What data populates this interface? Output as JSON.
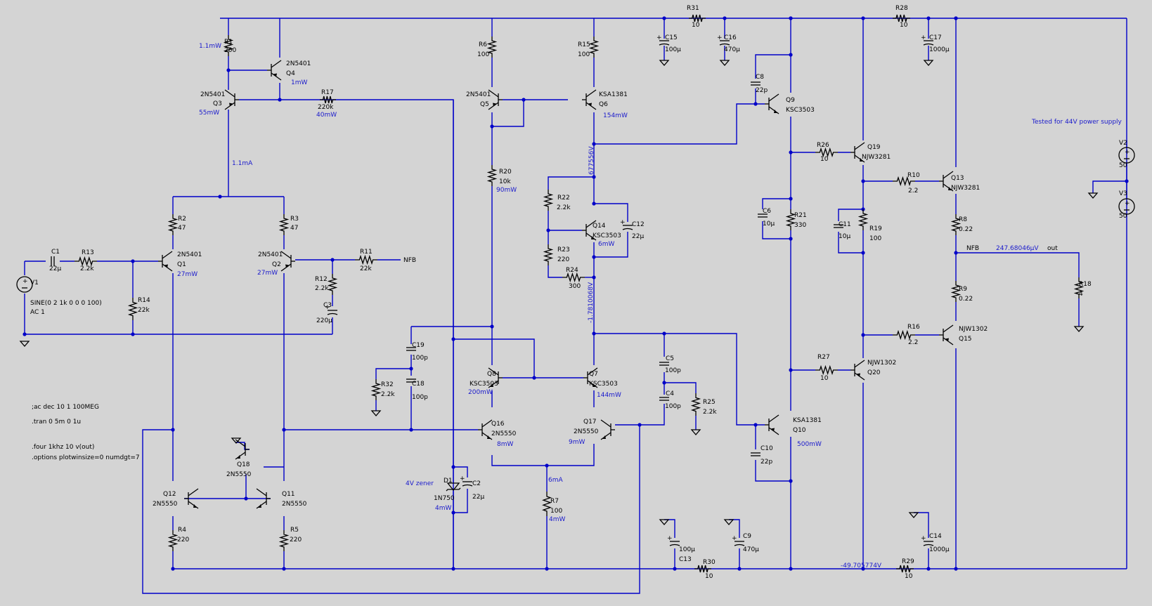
{
  "components": {
    "R1": {
      "ref": "R1",
      "value": "200",
      "power": "1.1mW"
    },
    "R2": {
      "ref": "R2",
      "value": "47"
    },
    "R3": {
      "ref": "R3",
      "value": "47"
    },
    "R4": {
      "ref": "R4",
      "value": "220"
    },
    "R5": {
      "ref": "R5",
      "value": "220"
    },
    "R6": {
      "ref": "R6",
      "value": "100"
    },
    "R7": {
      "ref": "R7",
      "value": "100",
      "power": "4mW"
    },
    "R8": {
      "ref": "R8",
      "value": "0.22"
    },
    "R9": {
      "ref": "R9",
      "value": "0.22"
    },
    "R10": {
      "ref": "R10",
      "value": "2.2"
    },
    "R11": {
      "ref": "R11",
      "value": "22k"
    },
    "R12": {
      "ref": "R12",
      "value": "2.2k"
    },
    "R13": {
      "ref": "R13",
      "value": "2.2k"
    },
    "R14": {
      "ref": "R14",
      "value": "22k"
    },
    "R15": {
      "ref": "R15",
      "value": "100"
    },
    "R16": {
      "ref": "R16",
      "value": "2.2"
    },
    "R17": {
      "ref": "R17",
      "value": "220k",
      "power": "40mW"
    },
    "R18": {
      "ref": "R18",
      "value": "4"
    },
    "R19": {
      "ref": "R19",
      "value": "100"
    },
    "R20": {
      "ref": "R20",
      "value": "10k",
      "power": "90mW"
    },
    "R21": {
      "ref": "R21",
      "value": "330"
    },
    "R22": {
      "ref": "R22",
      "value": "2.2k"
    },
    "R23": {
      "ref": "R23",
      "value": "220"
    },
    "R24": {
      "ref": "R24",
      "value": "300"
    },
    "R25": {
      "ref": "R25",
      "value": "2.2k"
    },
    "R26": {
      "ref": "R26",
      "value": "10"
    },
    "R27": {
      "ref": "R27",
      "value": "10"
    },
    "R28": {
      "ref": "R28",
      "value": "10"
    },
    "R29": {
      "ref": "R29",
      "value": "10"
    },
    "R30": {
      "ref": "R30",
      "value": "10"
    },
    "R31": {
      "ref": "R31",
      "value": "10"
    },
    "R32": {
      "ref": "R32",
      "value": "2.2k"
    },
    "C1": {
      "ref": "C1",
      "value": "22µ"
    },
    "C2": {
      "ref": "C2",
      "value": "22µ"
    },
    "C3": {
      "ref": "C3",
      "value": "220µ"
    },
    "C4": {
      "ref": "C4",
      "value": "100p"
    },
    "C5": {
      "ref": "C5",
      "value": "100p"
    },
    "C6": {
      "ref": "C6",
      "value": "10µ"
    },
    "C8": {
      "ref": "C8",
      "value": "22p"
    },
    "C9": {
      "ref": "C9",
      "value": "470µ"
    },
    "C10": {
      "ref": "C10",
      "value": "22p"
    },
    "C11": {
      "ref": "C11",
      "value": "10µ"
    },
    "C12": {
      "ref": "C12",
      "value": "22µ"
    },
    "C13": {
      "ref": "C13",
      "value": "100µ"
    },
    "C14": {
      "ref": "C14",
      "value": "1000µ"
    },
    "C15": {
      "ref": "C15",
      "value": "100µ"
    },
    "C16": {
      "ref": "C16",
      "value": "470µ"
    },
    "C17": {
      "ref": "C17",
      "value": "1000µ"
    },
    "C18": {
      "ref": "C18",
      "value": "100p"
    },
    "C19": {
      "ref": "C19",
      "value": "100p"
    },
    "Q1": {
      "ref": "Q1",
      "part": "2N5401",
      "power": "27mW"
    },
    "Q2": {
      "ref": "Q2",
      "part": "2N5401",
      "power": "27mW"
    },
    "Q3": {
      "ref": "Q3",
      "part": "2N5401",
      "power": "55mW"
    },
    "Q4": {
      "ref": "Q4",
      "part": "2N5401",
      "power": "1mW"
    },
    "Q5": {
      "ref": "Q5",
      "part": "2N5401"
    },
    "Q6": {
      "ref": "Q6",
      "part": "KSA1381",
      "power": "154mW"
    },
    "Q7": {
      "ref": "Q7",
      "part": "KSC3503",
      "power": "144mW"
    },
    "Q8": {
      "ref": "Q8",
      "part": "KSC3503",
      "power": "200mW"
    },
    "Q9": {
      "ref": "Q9",
      "part": "KSC3503"
    },
    "Q10": {
      "ref": "Q10",
      "part": "KSA1381",
      "power": "500mW"
    },
    "Q11": {
      "ref": "Q11",
      "part": "2N5550"
    },
    "Q12": {
      "ref": "Q12",
      "part": "2N5550"
    },
    "Q13": {
      "ref": "Q13",
      "part": "NJW3281"
    },
    "Q14": {
      "ref": "Q14",
      "part": "KSC3503",
      "power": "6mW"
    },
    "Q15": {
      "ref": "Q15",
      "part": "NJW1302"
    },
    "Q16": {
      "ref": "Q16",
      "part": "2N5550",
      "power": "8mW"
    },
    "Q17": {
      "ref": "Q17",
      "part": "2N5550",
      "power": "9mW"
    },
    "Q18": {
      "ref": "Q18",
      "part": "2N5550"
    },
    "Q19": {
      "ref": "Q19",
      "part": "NJW3281"
    },
    "Q20": {
      "ref": "Q20",
      "part": "NJW1302"
    },
    "D1": {
      "ref": "D1",
      "part": "1N750",
      "power": "4mW"
    },
    "V1": {
      "ref": "V1",
      "value": "SINE(0 2 1k 0 0 0 100)",
      "ac": "AC 1"
    },
    "V2": {
      "ref": "V2",
      "value": "50"
    },
    "V3": {
      "ref": "V3",
      "value": "50"
    }
  },
  "annotations": {
    "i_tail": "1.1mA",
    "i_r7": "6mA",
    "zener_note": "4V zener",
    "v_node_top": "677556V",
    "v_node_mid": "-1.7810068V",
    "v_bottom": "-49.705774V",
    "v_out": "247.68046µV",
    "tested": "Tested for 44V power supply"
  },
  "nets": {
    "nfb": "NFB",
    "out": "out"
  },
  "directives": {
    "ac": ";ac dec 10 1 100MEG",
    "tran": ".tran 0 5m 0 1u",
    "four": ".four 1khz 10 v(out)",
    "options": ".options plotwinsize=0 numdgt=7"
  },
  "colors": {
    "background": "#d4d4d4",
    "wire": "#0000c8",
    "component": "#000000",
    "annotation": "#1a1acc"
  }
}
